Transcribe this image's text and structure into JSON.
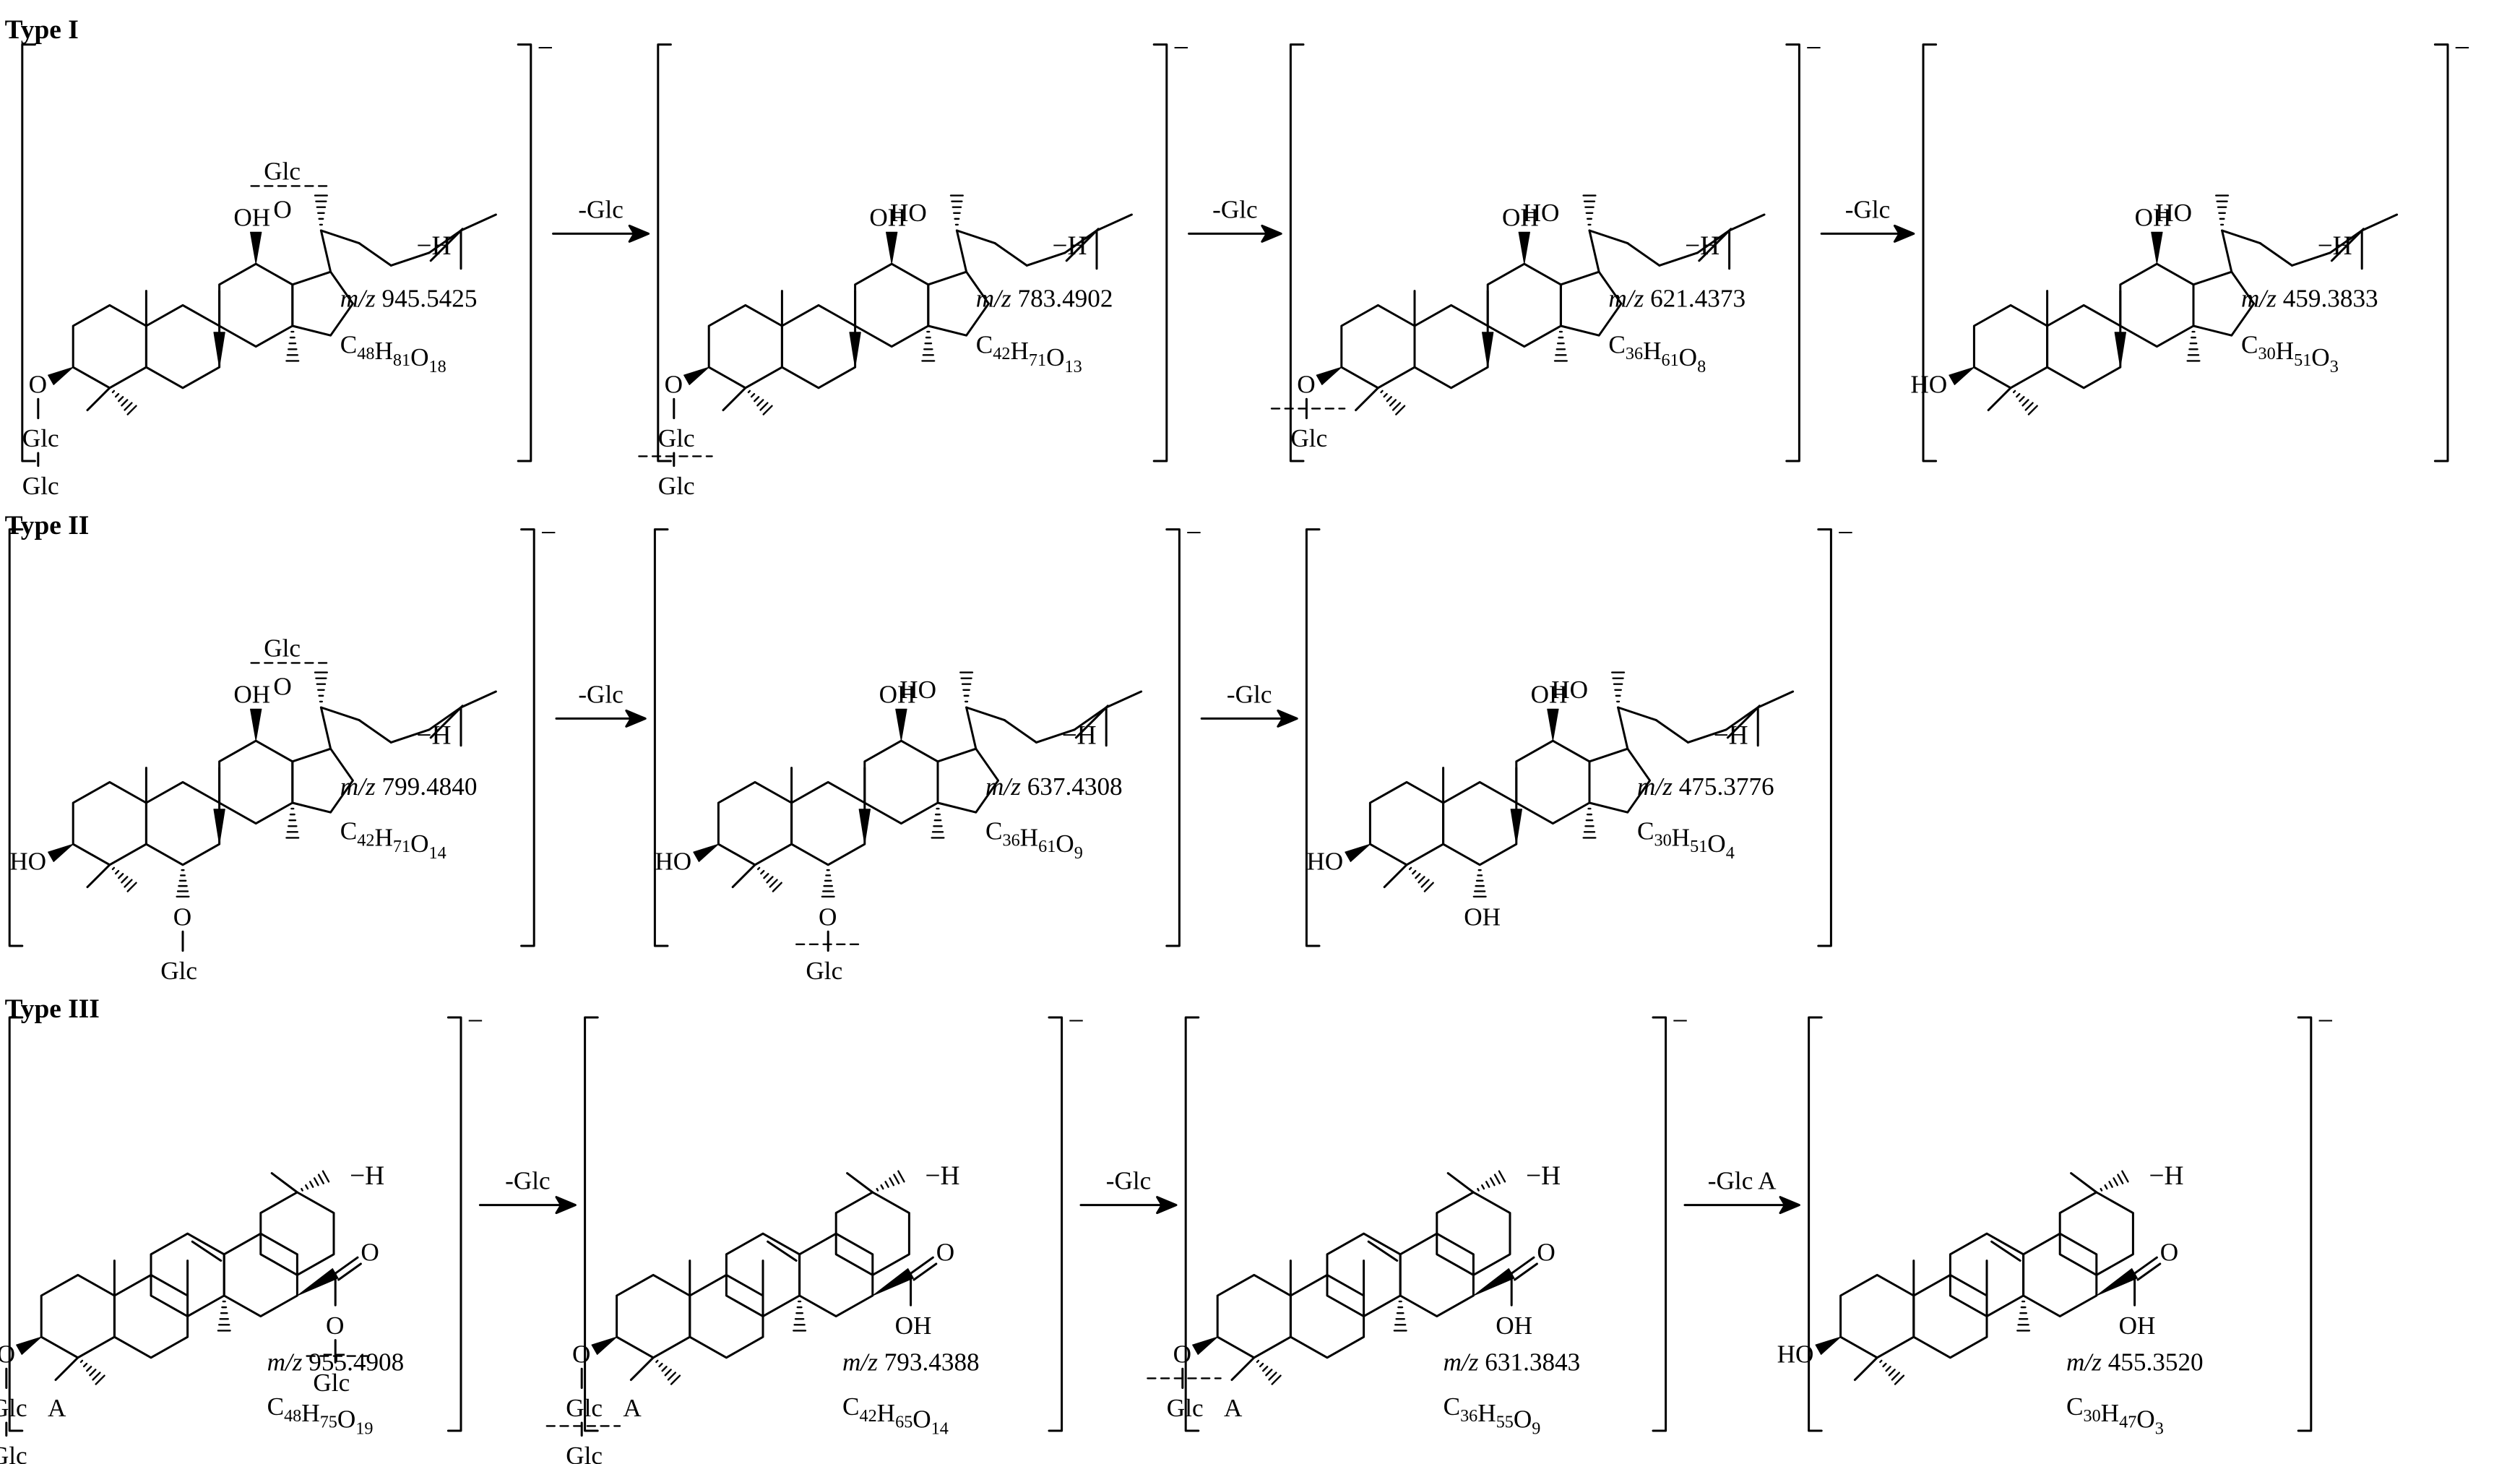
{
  "sections": [
    {
      "title": "Type I",
      "species": [
        {
          "mz_label": "m/z",
          "mz": "945.5425",
          "formula": [
            [
              "C",
              "48"
            ],
            [
              "H",
              "81"
            ],
            [
              "O",
              "18"
            ]
          ],
          "loss_tag": "−H",
          "sugars": [
            "Glc",
            "Glc",
            "Glc"
          ],
          "oxygen": "O"
        },
        {
          "mz_label": "m/z",
          "mz": "783.4902",
          "formula": [
            [
              "C",
              "42"
            ],
            [
              "H",
              "71"
            ],
            [
              "O",
              "13"
            ]
          ],
          "loss_tag": "−H",
          "sugars": [
            "Glc",
            "Glc"
          ],
          "hydroxyls": [
            "HO",
            "OH"
          ],
          "oxygen": "O"
        },
        {
          "mz_label": "m/z",
          "mz": "621.4373",
          "formula": [
            [
              "C",
              "36"
            ],
            [
              "H",
              "61"
            ],
            [
              "O",
              "8"
            ]
          ],
          "loss_tag": "−H",
          "sugars": [
            "Glc"
          ],
          "hydroxyls": [
            "HO",
            "OH"
          ],
          "oxygen": "O"
        },
        {
          "mz_label": "m/z",
          "mz": "459.3833",
          "formula": [
            [
              "C",
              "30"
            ],
            [
              "H",
              "51"
            ],
            [
              "O",
              "3"
            ]
          ],
          "loss_tag": "−H",
          "hydroxyls": [
            "HO",
            "OH",
            "HO"
          ]
        }
      ],
      "arrows": [
        "-Glc",
        "-Glc",
        "-Glc"
      ]
    },
    {
      "title": "Type II",
      "species": [
        {
          "mz_label": "m/z",
          "mz": "799.4840",
          "formula": [
            [
              "C",
              "42"
            ],
            [
              "H",
              "71"
            ],
            [
              "O",
              "14"
            ]
          ],
          "loss_tag": "−H",
          "sugars": [
            "Glc",
            "Glc"
          ],
          "hydroxyls": [
            "OH",
            "HO"
          ],
          "oxygen": "O"
        },
        {
          "mz_label": "m/z",
          "mz": "637.4308",
          "formula": [
            [
              "C",
              "36"
            ],
            [
              "H",
              "61"
            ],
            [
              "O",
              "9"
            ]
          ],
          "loss_tag": "−H",
          "sugars": [
            "Glc"
          ],
          "hydroxyls": [
            "HO",
            "OH",
            "HO"
          ],
          "oxygen": "O"
        },
        {
          "mz_label": "m/z",
          "mz": "475.3776",
          "formula": [
            [
              "C",
              "30"
            ],
            [
              "H",
              "51"
            ],
            [
              "O",
              "4"
            ]
          ],
          "loss_tag": "−H",
          "hydroxyls": [
            "HO",
            "OH",
            "HO",
            "OH"
          ]
        }
      ],
      "arrows": [
        "-Glc",
        "-Glc"
      ]
    },
    {
      "title": "Type III",
      "species": [
        {
          "mz_label": "m/z",
          "mz": "955.4908",
          "formula": [
            [
              "C",
              "48"
            ],
            [
              "H",
              "75"
            ],
            [
              "O",
              "19"
            ]
          ],
          "loss_tag": "−H",
          "sugars": [
            "Glc",
            "Glc"
          ],
          "glca": [
            "Glc",
            "A"
          ],
          "carbonyl": [
            "O",
            "O"
          ],
          "oxygen": "O"
        },
        {
          "mz_label": "m/z",
          "mz": "793.4388",
          "formula": [
            [
              "C",
              "42"
            ],
            [
              "H",
              "65"
            ],
            [
              "O",
              "14"
            ]
          ],
          "loss_tag": "−H",
          "sugars": [
            "Glc"
          ],
          "glca": [
            "Glc",
            "A"
          ],
          "carbonyl": [
            "O",
            "OH"
          ],
          "oxygen": "O"
        },
        {
          "mz_label": "m/z",
          "mz": "631.3843",
          "formula": [
            [
              "C",
              "36"
            ],
            [
              "H",
              "55"
            ],
            [
              "O",
              "9"
            ]
          ],
          "loss_tag": "−H",
          "glca": [
            "Glc",
            "A"
          ],
          "carbonyl": [
            "O",
            "OH"
          ],
          "oxygen": "O"
        },
        {
          "mz_label": "m/z",
          "mz": "455.3520",
          "formula": [
            [
              "C",
              "30"
            ],
            [
              "H",
              "47"
            ],
            [
              "O",
              "3"
            ]
          ],
          "loss_tag": "−H",
          "carbonyl": [
            "O",
            "OH"
          ],
          "hydroxyls": [
            "HO"
          ]
        }
      ],
      "arrows": [
        "-Glc",
        "-Glc",
        "-Glc A"
      ]
    }
  ],
  "charge": "−"
}
